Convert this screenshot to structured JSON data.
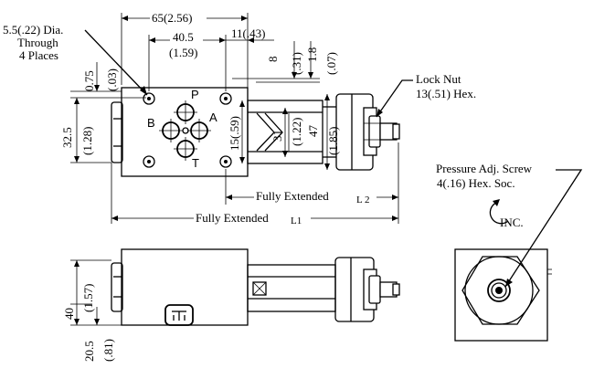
{
  "top_view": {
    "hole_dia": "5.5(.22) Dia.",
    "hole_through": "Through",
    "hole_places": "4 Places",
    "overall_width": "65(2.56)",
    "port_spacing_mm": "40.5",
    "port_spacing_in": "(1.59)",
    "right_offset": "11(.43)",
    "top_offset_mm": "8",
    "top_offset_in": "(.31)",
    "top_gap_mm": "1.8",
    "top_gap_in": "(.07)",
    "left_gap_mm": "0.75",
    "left_gap_in": "(.03)",
    "height_mm": "32.5",
    "height_in": "(1.28)",
    "port_offset": "15(.59)",
    "inner_width_mm": "31",
    "inner_width_in": "(1.22)",
    "body_height_mm": "47",
    "body_height_in": "(1.85)",
    "port_p": "P",
    "port_a": "A",
    "port_b": "B",
    "port_t": "T",
    "lock_nut_label": "Lock Nut",
    "lock_nut_size": "13(.51) Hex.",
    "fully_extended_l2": "Fully Extended",
    "l2": "L 2",
    "fully_extended_l1": "Fully Extended",
    "l1": "L1"
  },
  "end_view": {
    "screw_label": "Pressure Adj. Screw",
    "screw_size": "4(.16) Hex. Soc.",
    "inc_label": "INC."
  },
  "side_view": {
    "height_mm": "40",
    "height_in": "(1.57)",
    "offset_mm": "20.5",
    "offset_in": "(.81)"
  }
}
